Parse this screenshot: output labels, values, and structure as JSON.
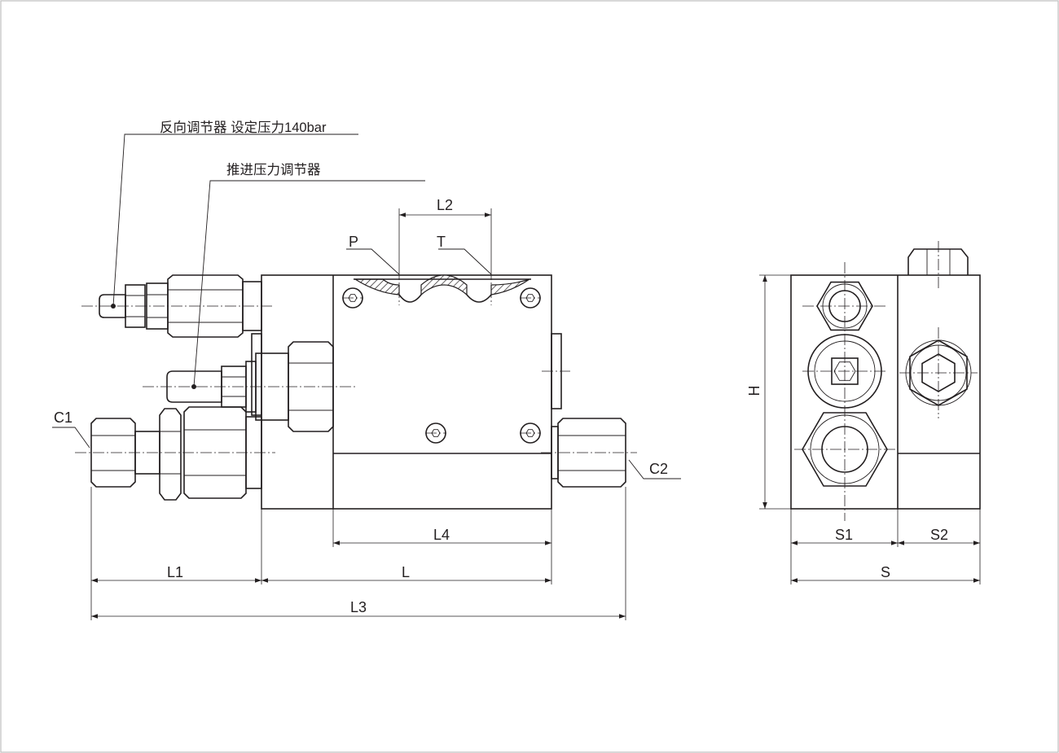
{
  "annotations": {
    "reverse_regulator": "反向调节器 设定压力140bar",
    "feed_regulator": "推进压力调节器"
  },
  "ports": {
    "p": "P",
    "t": "T",
    "c1": "C1",
    "c2": "C2"
  },
  "dimensions": {
    "l": "L",
    "l1": "L1",
    "l2": "L2",
    "l3": "L3",
    "l4": "L4",
    "h": "H",
    "s": "S",
    "s1": "S1",
    "s2": "S2"
  },
  "colors": {
    "line": "#231f20",
    "background": "#ffffff",
    "border": "#bfbfbf"
  }
}
